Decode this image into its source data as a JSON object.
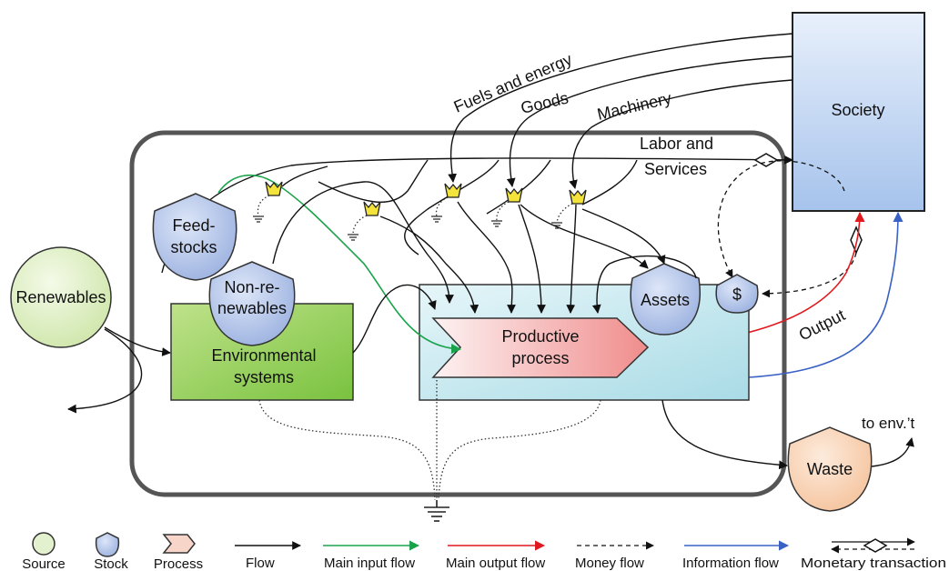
{
  "nodes": {
    "renewables": "Renewables",
    "feedstocks_line1": "Feed-",
    "feedstocks_line2": "stocks",
    "nonrenewables_line1": "Non-re-",
    "nonrenewables_line2": "newables",
    "environmental_line1": "Environmental",
    "environmental_line2": "systems",
    "productive_line1": "Productive",
    "productive_line2": "process",
    "assets": "Assets",
    "money_stock": "$",
    "society": "Society",
    "waste": "Waste"
  },
  "flow_labels": {
    "fuels": "Fuels and energy",
    "goods": "Goods",
    "machinery": "Machinery",
    "labor_line1": "Labor and",
    "labor_line2": "Services",
    "output": "Output",
    "to_env": "to env.’t"
  },
  "legend": {
    "source": "Source",
    "stock": "Stock",
    "process": "Process",
    "flow": "Flow",
    "main_input": "Main input flow",
    "main_output": "Main output flow",
    "money": "Money flow",
    "information": "Information flow",
    "monetary_transaction": "Monetary transaction"
  },
  "colors": {
    "green_flow": "#1aa34a",
    "red_flow": "#e0191e",
    "blue_flow": "#3a62c4",
    "stock_fill": "#b8c9ec",
    "tap_fill": "#f3e33a"
  }
}
